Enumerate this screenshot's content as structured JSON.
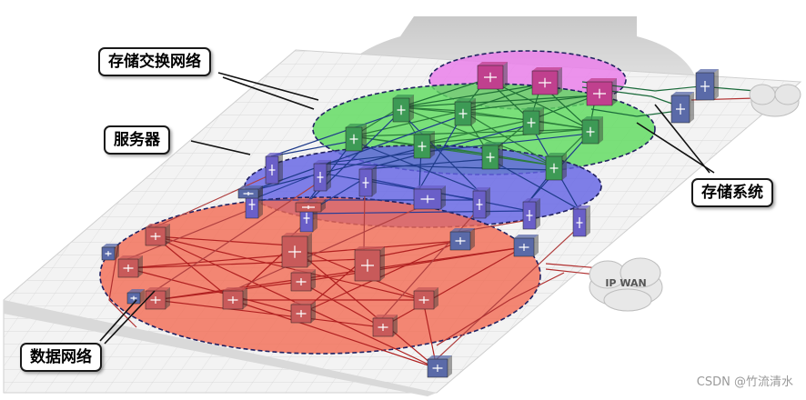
{
  "callouts": {
    "storage_network": "存储交换网络",
    "servers": "服务器",
    "storage_system": "存储系统",
    "data_network": "数据网络"
  },
  "cloud_label": "IP WAN",
  "watermark": "CSDN @竹流清水",
  "colors": {
    "storage_zone": "#e77fe7",
    "switch_zone": "#66dd66",
    "server_zone": "#6e6ee6",
    "data_zone": "#f47b63",
    "storage_device": "#c0408e",
    "switch_device": "#3d9a55",
    "server_device": "#6a5fc8",
    "data_device": "#c85a5a",
    "edge_device": "#5a6aa8",
    "floor": "#f2f2f2",
    "grid": "#d9d9d9"
  }
}
